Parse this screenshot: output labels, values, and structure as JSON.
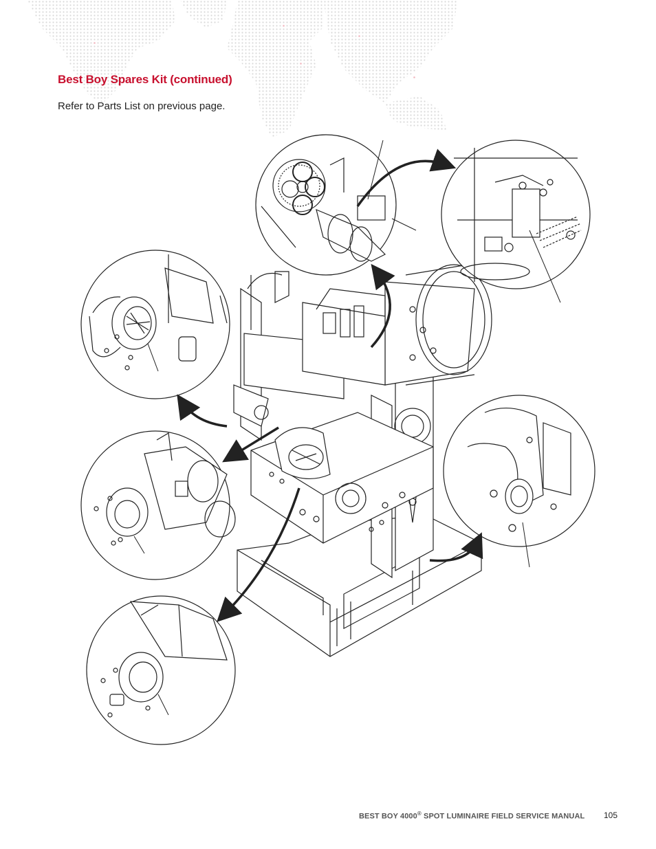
{
  "page": {
    "title": "Best Boy Spares Kit (continued)",
    "intro": "Refer to Parts List on previous page."
  },
  "footer": {
    "manual_prefix": "BEST BOY 4000",
    "registered_mark": "®",
    "manual_suffix": " SPOT LUMINAIRE FIELD SERVICE MANUAL",
    "page_number": "105"
  },
  "illustration": {
    "subject": "exploded-view-luminaire-icon",
    "detail_callouts": 6
  },
  "colors": {
    "title_red": "#c8102e",
    "map_dots": "#d9d9d9",
    "map_accent": "#f2b8c0",
    "line_art": "#222222"
  }
}
